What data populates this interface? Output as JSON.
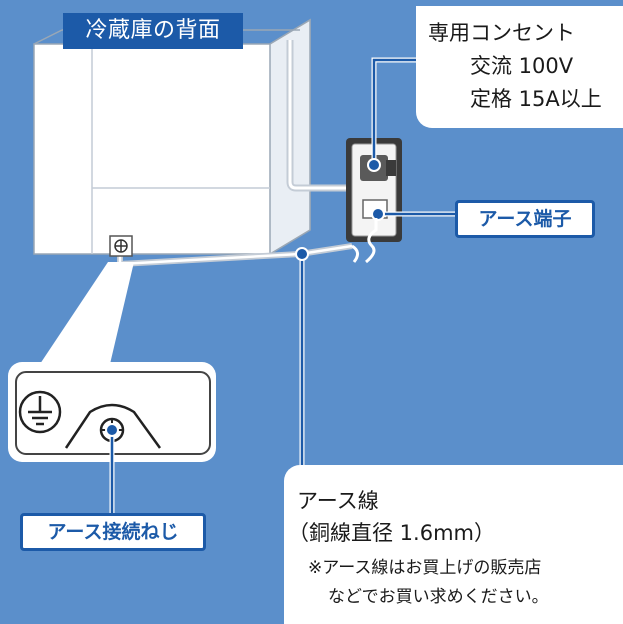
{
  "title": "冷蔵庫の背面",
  "outlet_callout": {
    "line1": "専用コンセント",
    "line2": "交流 100V",
    "line3": "定格 15A以上"
  },
  "earth_terminal_label": "アース端子",
  "earth_screw_label": "アース接続ねじ",
  "earth_wire_callout": {
    "line1": "アース線",
    "line2": "（銅線直径 1.6mm）",
    "note1": "※アース線はお買上げの販売店",
    "note2": "などでお買い求めください。"
  },
  "colors": {
    "background": "#5b8fcb",
    "accent": "#1c5aa8",
    "white": "#ffffff"
  },
  "icons": [
    "refrigerator-back",
    "wall-outlet",
    "power-plug",
    "earth-terminal",
    "earth-screw-icon",
    "ground-symbol-icon",
    "earth-wire"
  ]
}
